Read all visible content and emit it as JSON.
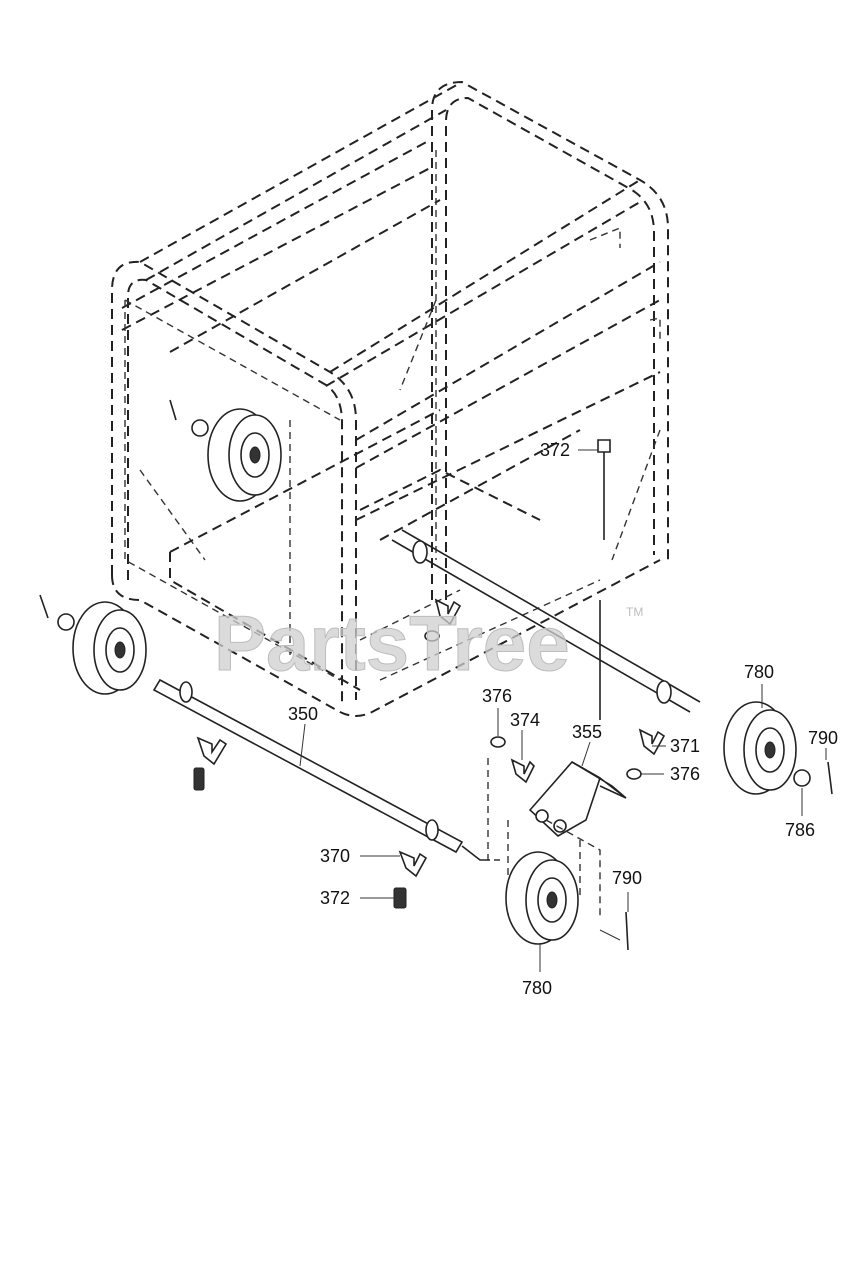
{
  "watermark": {
    "brand": "PartsTree",
    "trademark": "TM"
  },
  "callouts": [
    {
      "id": "c372a",
      "label": "372"
    },
    {
      "id": "c780a",
      "label": "780"
    },
    {
      "id": "c790a",
      "label": "790"
    },
    {
      "id": "c786",
      "label": "786"
    },
    {
      "id": "c371",
      "label": "371"
    },
    {
      "id": "c376b",
      "label": "376"
    },
    {
      "id": "c376a",
      "label": "376"
    },
    {
      "id": "c374",
      "label": "374"
    },
    {
      "id": "c355",
      "label": "355"
    },
    {
      "id": "c350",
      "label": "350"
    },
    {
      "id": "c370",
      "label": "370"
    },
    {
      "id": "c372b",
      "label": "372"
    },
    {
      "id": "c790b",
      "label": "790"
    },
    {
      "id": "c780b",
      "label": "780"
    }
  ]
}
